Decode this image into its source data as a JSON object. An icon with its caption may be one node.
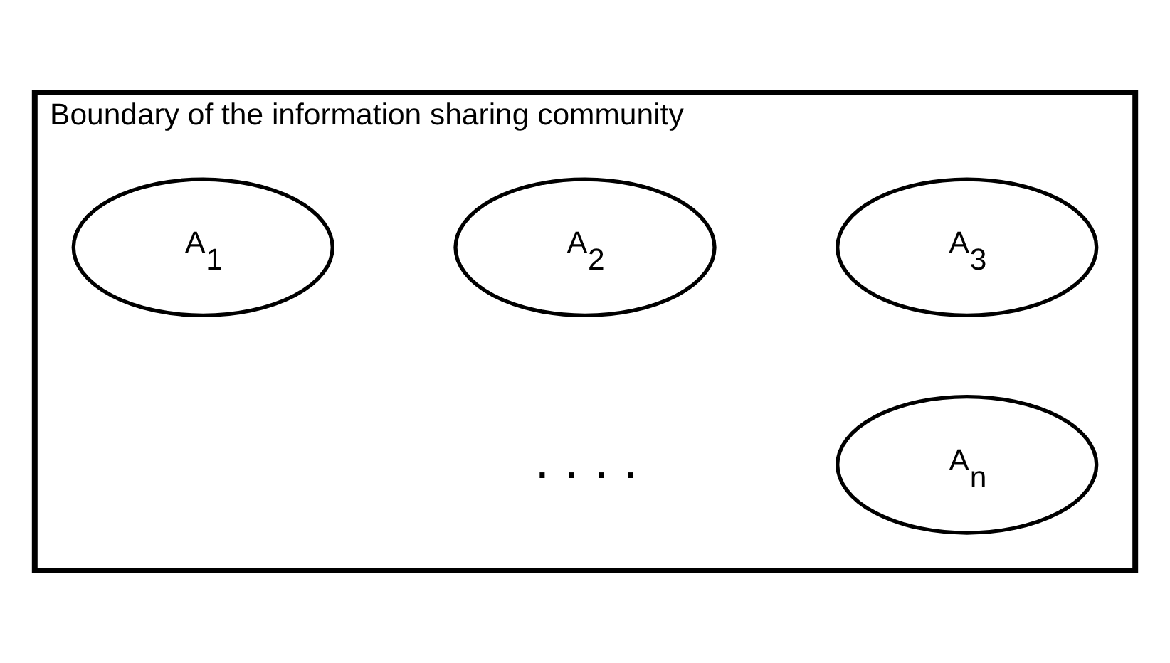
{
  "diagram": {
    "nodes": [
      {
        "text": [
          "Boundary of the information sharing community"
        ]
      },
      {
        "text": [
          "A$_{1}$"
        ],
        "in": 0
      },
      {
        "text": [
          "A$_{2}$"
        ],
        "in": 0
      },
      {
        "text": [
          "A$_{3}$"
        ],
        "in": 0
      },
      {
        "text": [
          "A$_{n}$"
        ],
        "in": 0
      }
    ],
    "labels": [
      ". . . ."
    ]
  }
}
